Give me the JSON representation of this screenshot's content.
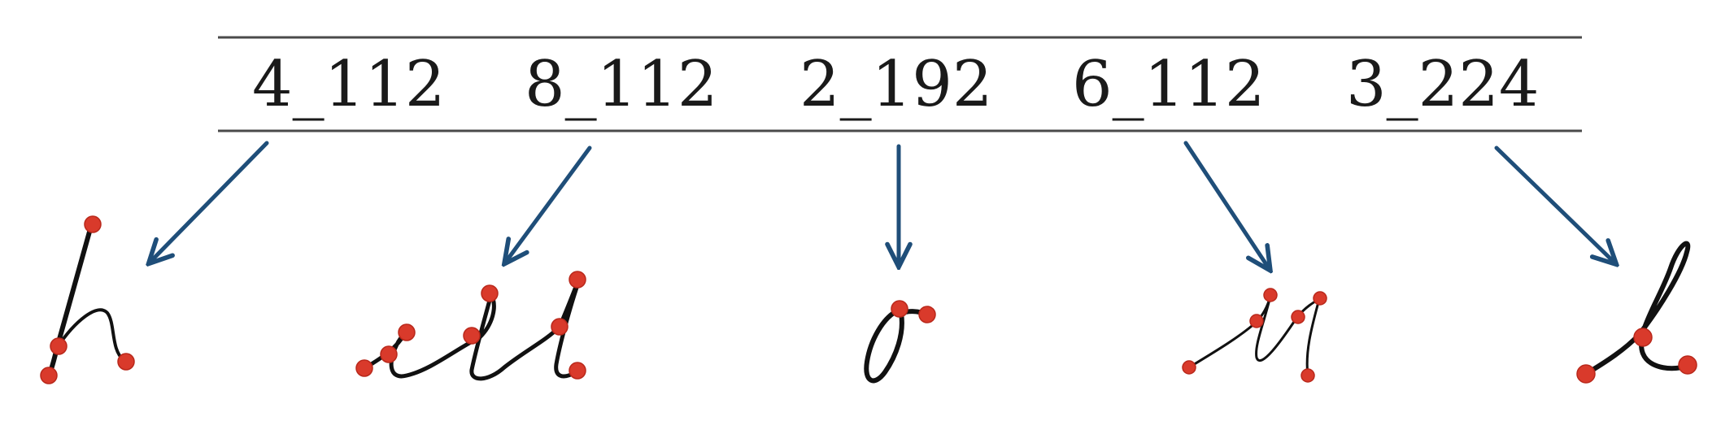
{
  "labels": [
    "4_112",
    "8_112",
    "2_192",
    "6_112",
    "3_224"
  ],
  "colors": {
    "rule": "#4a4a4a",
    "label_text": "#1a1a1a",
    "arrow": "#1f4e79",
    "ink": "#111111",
    "control_point": "#d93a2b"
  },
  "glyphs": [
    {
      "name": "glyph-h",
      "char": "h"
    },
    {
      "name": "glyph-ell",
      "char": "ell"
    },
    {
      "name": "glyph-o",
      "char": "o"
    },
    {
      "name": "glyph-u",
      "char": "u"
    },
    {
      "name": "glyph-l",
      "char": "l"
    }
  ]
}
